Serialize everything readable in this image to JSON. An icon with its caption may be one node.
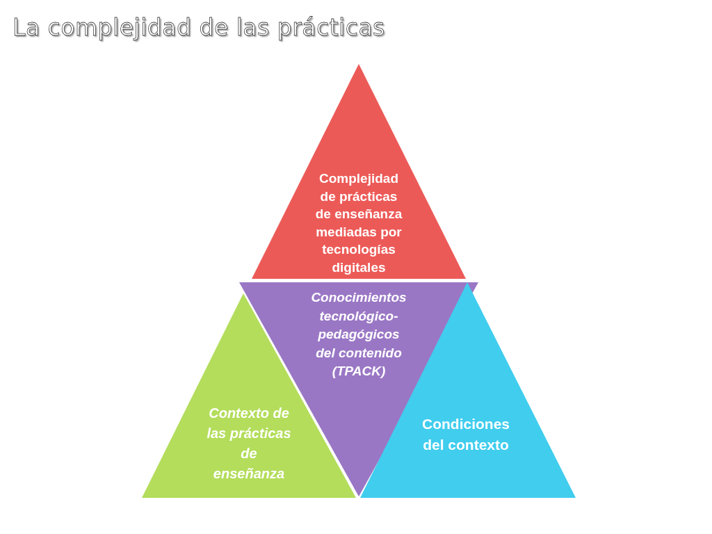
{
  "diagram": {
    "title": "La complejidad de las prácticas",
    "nodes": [
      {
        "text": [
          "Complejidad de prácticas de enseñanza mediadas por tecnologías digitales"
        ]
      },
      {
        "text": [
          "Conocimientos tecnológico-pedagógicos del contenido (TPACK)"
        ]
      },
      {
        "text": [
          "Contexto de las prácticas de enseñanza"
        ]
      },
      {
        "text": [
          "Condiciones del contexto"
        ]
      }
    ]
  }
}
